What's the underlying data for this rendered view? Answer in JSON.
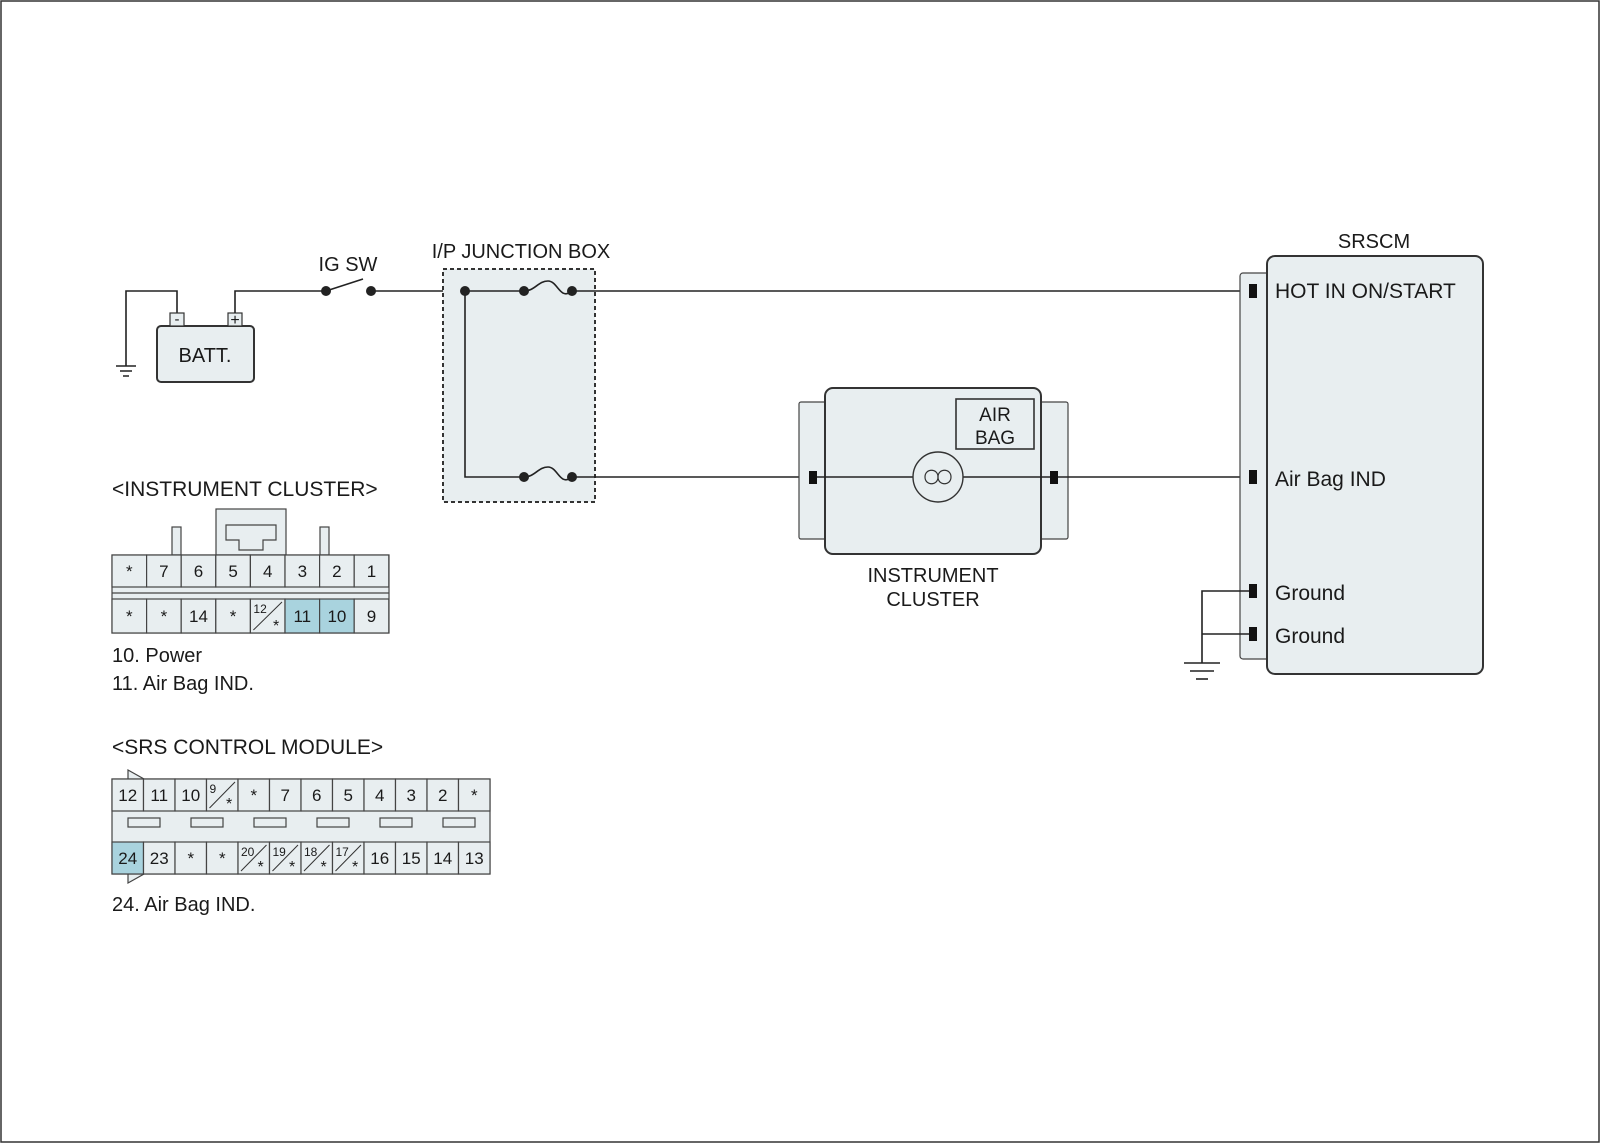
{
  "colors": {
    "component_fill": "#e8eef0",
    "highlight_pin": "#a9d3de",
    "line": "#222222"
  },
  "battery": {
    "label": "BATT.",
    "neg": "-",
    "pos": "+"
  },
  "ig_switch": {
    "label": "IG SW"
  },
  "junction_box": {
    "label": "I/P JUNCTION BOX"
  },
  "cluster": {
    "label_line1": "INSTRUMENT",
    "label_line2": "CLUSTER",
    "warning_line1": "AIR",
    "warning_line2": "BAG"
  },
  "srscm": {
    "title": "SRSCM",
    "terminals": [
      "HOT IN ON/START",
      "Air Bag IND",
      "Ground",
      "Ground"
    ]
  },
  "connector_cluster": {
    "title": "<INSTRUMENT CLUSTER>",
    "top_row": [
      "*",
      "7",
      "6",
      "5",
      "4",
      "3",
      "2",
      "1"
    ],
    "bottom_row": [
      "*",
      "*",
      "14",
      "*",
      "12/*",
      "11",
      "10",
      "9"
    ],
    "highlighted": [
      "11",
      "10"
    ],
    "notes": [
      "10. Power",
      "11. Air Bag IND."
    ]
  },
  "connector_srs": {
    "title": "<SRS CONTROL MODULE>",
    "top_row": [
      "12",
      "11",
      "10",
      "9/*",
      "*",
      "7",
      "6",
      "5",
      "4",
      "3",
      "2",
      "*"
    ],
    "bottom_row": [
      "24",
      "23",
      "*",
      "*",
      "20/*",
      "19/*",
      "18/*",
      "17/*",
      "16",
      "15",
      "14",
      "13"
    ],
    "highlighted": [
      "24"
    ],
    "notes": [
      "24. Air Bag IND."
    ]
  }
}
